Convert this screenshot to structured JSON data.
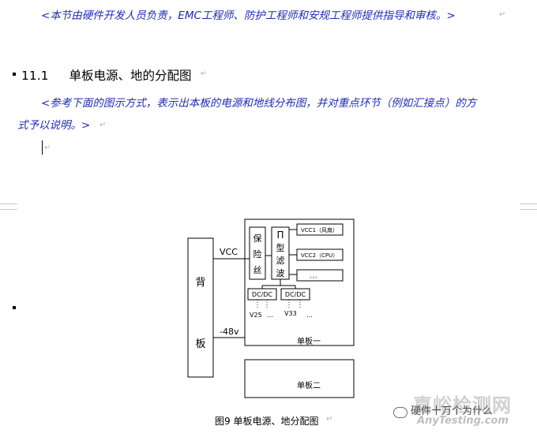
{
  "intro_note": "<本节由硬件开发人员负责，EMC工程师、防护工程师和安规工程师提供指导和审核。>",
  "section": {
    "number": "11.1",
    "title": "单板电源、地的分配图"
  },
  "instruction": {
    "line1": "<参考下面的图示方式，表示出本板的电源和地线分布图，并对重点环节（例如汇接点）的方",
    "line2": "式予以说明。>"
  },
  "paragraph_mark": "↵",
  "diagram": {
    "backplane_chars": [
      "背",
      "板"
    ],
    "vcc_label": "VCC",
    "neg48_label": "-48v",
    "fuse_chars": [
      "保",
      "险",
      "丝"
    ],
    "pi_symbol": "Π",
    "filter_chars": [
      "型",
      "滤",
      "波"
    ],
    "outputs": [
      "VCC1（风扇）",
      "VCC2（CPU）",
      "。。。"
    ],
    "dcdc_boxes": [
      "DC/DC",
      "DC/DC"
    ],
    "dc_outputs": [
      "V25",
      "…",
      "V33",
      "…"
    ],
    "board1_label": "单板一",
    "board2_label": "单板二"
  },
  "caption": "图9  单板电源、地分配图",
  "watermark": {
    "main": "嘉峪检测网",
    "sub": "AnyTesting.com",
    "wechat": "硬件十万个为什么"
  }
}
